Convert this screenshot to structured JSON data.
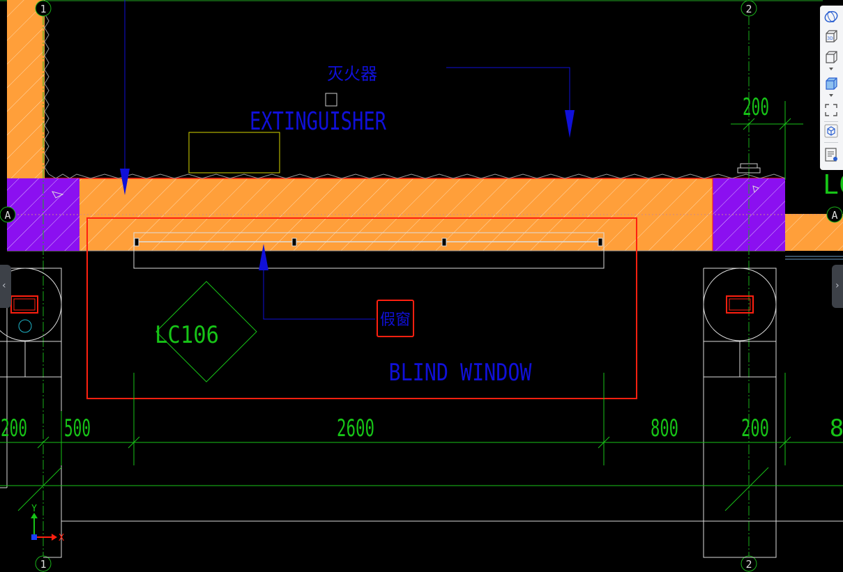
{
  "drawing": {
    "grid_axes": {
      "col_1": "1",
      "col_2": "2",
      "row_a": "A"
    },
    "annotations": {
      "extinguisher_cn": "灭火器",
      "extinguisher_en": "EXTINGUISHER",
      "blind_window_cn": "假窗",
      "blind_window_en": "BLIND WINDOW",
      "window_tag": "LC106",
      "partial_label_right": "LC"
    },
    "dimensions": {
      "top_right": "200",
      "bottom": [
        "200",
        "500",
        "2600",
        "800",
        "200",
        "8"
      ]
    },
    "ucs": {
      "y_label": "Y",
      "x_label": "X"
    },
    "colors": {
      "background": "#000000",
      "wall_fill": "#ff9f3a",
      "column_fill": "#8b10f0",
      "grid_green": "#19b019",
      "dim_green": "#17c417",
      "annotation_blue": "#1010d8",
      "highlight_red": "#ff2010"
    }
  },
  "toolbar": {
    "tools": [
      {
        "icon": "orbit-icon"
      },
      {
        "icon": "3d-view-icon"
      },
      {
        "icon": "view-cube-icon"
      },
      {
        "icon": "shaded-cube-icon"
      },
      {
        "icon": "zoom-extents-icon"
      },
      {
        "icon": "isolate-icon"
      },
      {
        "icon": "properties-icon"
      }
    ],
    "view_3d_label": "3D"
  },
  "nav": {
    "left_arrow": "‹",
    "right_arrow": "›"
  }
}
